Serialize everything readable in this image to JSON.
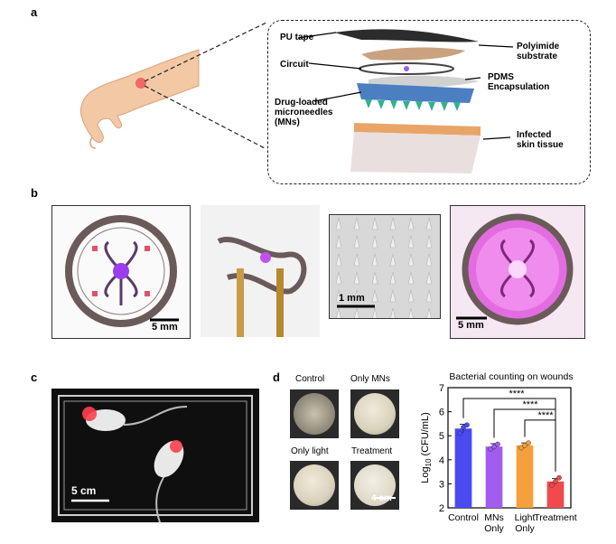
{
  "panels": {
    "a": "a",
    "b": "b",
    "c": "c",
    "d": "d"
  },
  "panel_a": {
    "labels": {
      "pu_tape": "PU tape",
      "polyimide_substrate": "Polyimide\nsubstrate",
      "circuit": "Circuit",
      "pdms": "PDMS\nEncapsulation",
      "microneedles": "Drug-loaded\nmicroneedles\n(MNs)",
      "infected_skin": "Infected\nskin tissue"
    }
  },
  "panel_b": {
    "scale_bars": [
      "5 mm",
      "1 mm",
      "5 mm"
    ]
  },
  "panel_c": {
    "scale_bar": "5 cm"
  },
  "panel_d": {
    "dish_labels": [
      "Control",
      "Only MNs",
      "Only light",
      "Treatment"
    ],
    "dish_scale_bar": "4 cm",
    "colors": {
      "Control": "#4a4af0",
      "MNs Only": "#a25cf0",
      "Light Only": "#f5a03c",
      "Treatment": "#f04a4a"
    }
  },
  "chart_data": {
    "type": "bar",
    "title": "Bacterial counting on wounds",
    "categories": [
      "Control",
      "MNs\nOnly",
      "Light\nOnly",
      "Treatment"
    ],
    "values": [
      5.3,
      4.55,
      4.6,
      3.1
    ],
    "errors": [
      0.18,
      0.12,
      0.1,
      0.12
    ],
    "points": [
      [
        5.1,
        5.35,
        5.45
      ],
      [
        4.45,
        4.55,
        4.65
      ],
      [
        4.5,
        4.6,
        4.7
      ],
      [
        2.95,
        3.1,
        3.25
      ]
    ],
    "ylabel": "Log10 (CFU/mL)",
    "ylim": [
      2,
      7
    ],
    "yticks": [
      2,
      3,
      4,
      5,
      6,
      7
    ],
    "significance": [
      {
        "from": 0,
        "to": 3,
        "label": "****"
      },
      {
        "from": 1,
        "to": 3,
        "label": "****"
      },
      {
        "from": 2,
        "to": 3,
        "label": "****"
      }
    ]
  }
}
